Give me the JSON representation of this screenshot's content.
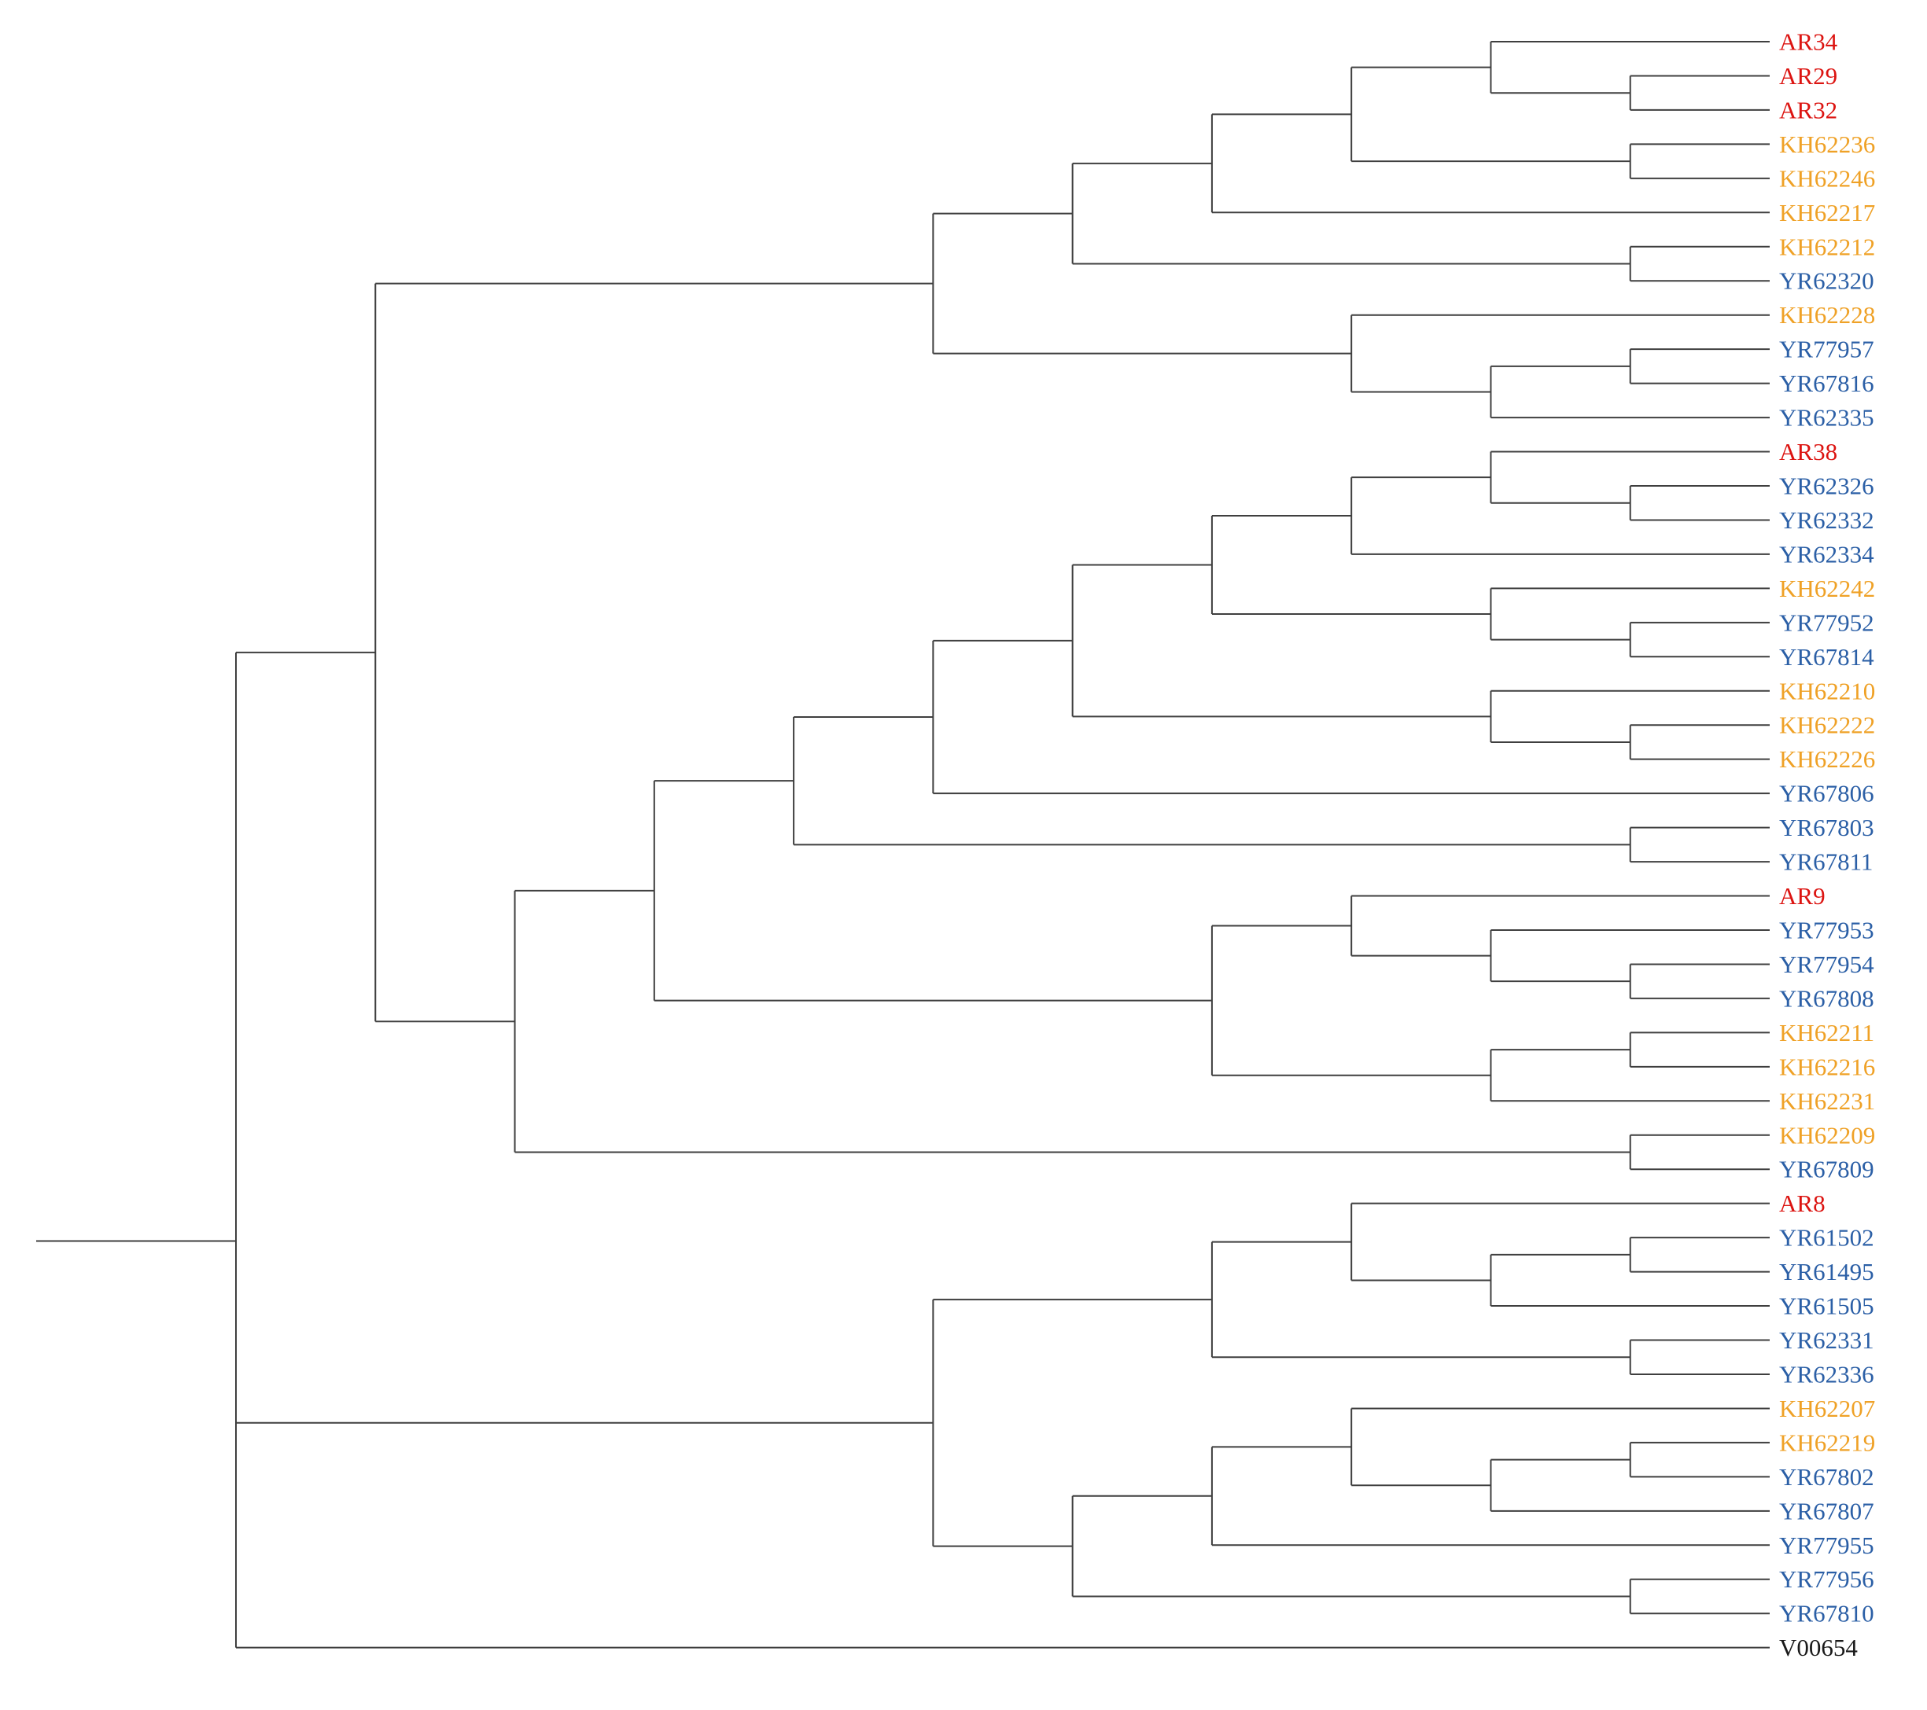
{
  "figure": {
    "kind": "phylogenetic-dendrogram",
    "orientation": "left-to-right",
    "tips_aligned_right": true,
    "background": "#ffffff"
  },
  "colors": {
    "red": "#DC1411",
    "orange": "#EFA126",
    "blue": "#2B5FA6",
    "black": "#1A1A1A",
    "line": "#3F3F3F"
  },
  "leaves": [
    {
      "label": "AR34",
      "color": "red"
    },
    {
      "label": "AR29",
      "color": "red"
    },
    {
      "label": "AR32",
      "color": "red"
    },
    {
      "label": "KH62236",
      "color": "orange"
    },
    {
      "label": "KH62246",
      "color": "orange"
    },
    {
      "label": "KH62217",
      "color": "orange"
    },
    {
      "label": "KH62212",
      "color": "orange"
    },
    {
      "label": "YR62320",
      "color": "blue"
    },
    {
      "label": "KH62228",
      "color": "orange"
    },
    {
      "label": "YR77957",
      "color": "blue"
    },
    {
      "label": "YR67816",
      "color": "blue"
    },
    {
      "label": "YR62335",
      "color": "blue"
    },
    {
      "label": "AR38",
      "color": "red"
    },
    {
      "label": "YR62326",
      "color": "blue"
    },
    {
      "label": "YR62332",
      "color": "blue"
    },
    {
      "label": "YR62334",
      "color": "blue"
    },
    {
      "label": "KH62242",
      "color": "orange"
    },
    {
      "label": "YR77952",
      "color": "blue"
    },
    {
      "label": "YR67814",
      "color": "blue"
    },
    {
      "label": "KH62210",
      "color": "orange"
    },
    {
      "label": "KH62222",
      "color": "orange"
    },
    {
      "label": "KH62226",
      "color": "orange"
    },
    {
      "label": "YR67806",
      "color": "blue"
    },
    {
      "label": "YR67803",
      "color": "blue"
    },
    {
      "label": "YR67811",
      "color": "blue"
    },
    {
      "label": "AR9",
      "color": "red"
    },
    {
      "label": "YR77953",
      "color": "blue"
    },
    {
      "label": "YR77954",
      "color": "blue"
    },
    {
      "label": "YR67808",
      "color": "blue"
    },
    {
      "label": "KH62211",
      "color": "orange"
    },
    {
      "label": "KH62216",
      "color": "orange"
    },
    {
      "label": "KH62231",
      "color": "orange"
    },
    {
      "label": "KH62209",
      "color": "orange"
    },
    {
      "label": "YR67809",
      "color": "blue"
    },
    {
      "label": "AR8",
      "color": "red"
    },
    {
      "label": "YR61502",
      "color": "blue"
    },
    {
      "label": "YR61495",
      "color": "blue"
    },
    {
      "label": "YR61505",
      "color": "blue"
    },
    {
      "label": "YR62331",
      "color": "blue"
    },
    {
      "label": "YR62336",
      "color": "blue"
    },
    {
      "label": "KH62207",
      "color": "orange"
    },
    {
      "label": "KH62219",
      "color": "orange"
    },
    {
      "label": "YR67802",
      "color": "blue"
    },
    {
      "label": "YR67807",
      "color": "blue"
    },
    {
      "label": "YR77955",
      "color": "blue"
    },
    {
      "label": "YR77956",
      "color": "blue"
    },
    {
      "label": "YR67810",
      "color": "blue"
    },
    {
      "label": "V00654",
      "color": "black"
    }
  ],
  "tree": [
    [
      [
        [
          [
            [
              [
                "AR34",
                [
                  "AR29",
                  "AR32"
                ]
              ],
              [
                "KH62236",
                "KH62246"
              ]
            ],
            "KH62217"
          ],
          [
            "KH62212",
            "YR62320"
          ]
        ],
        [
          "KH62228",
          [
            [
              "YR77957",
              "YR67816"
            ],
            "YR62335"
          ]
        ]
      ],
      [
        [
          [
            [
              [
                [
                  [
                    [
                      "AR38",
                      [
                        "YR62326",
                        "YR62332"
                      ]
                    ],
                    "YR62334"
                  ],
                  [
                    "KH62242",
                    [
                      "YR77952",
                      "YR67814"
                    ]
                  ]
                ],
                [
                  "KH62210",
                  [
                    "KH62222",
                    "KH62226"
                  ]
                ]
              ],
              "YR67806"
            ],
            [
              "YR67803",
              "YR67811"
            ]
          ],
          [
            [
              "AR9",
              [
                "YR77953",
                [
                  "YR77954",
                  "YR67808"
                ]
              ]
            ],
            [
              [
                "KH62211",
                "KH62216"
              ],
              "KH62231"
            ]
          ]
        ],
        [
          "KH62209",
          "YR67809"
        ]
      ]
    ],
    [
      [
        [
          "AR8",
          [
            [
              "YR61502",
              "YR61495"
            ],
            "YR61505"
          ]
        ],
        [
          "YR62331",
          "YR62336"
        ]
      ],
      [
        [
          [
            "KH62207",
            [
              [
                "KH62219",
                "YR67802"
              ],
              "YR67807"
            ]
          ],
          "YR77955"
        ],
        [
          "YR77956",
          "YR67810"
        ]
      ]
    ],
    "V00654"
  ]
}
